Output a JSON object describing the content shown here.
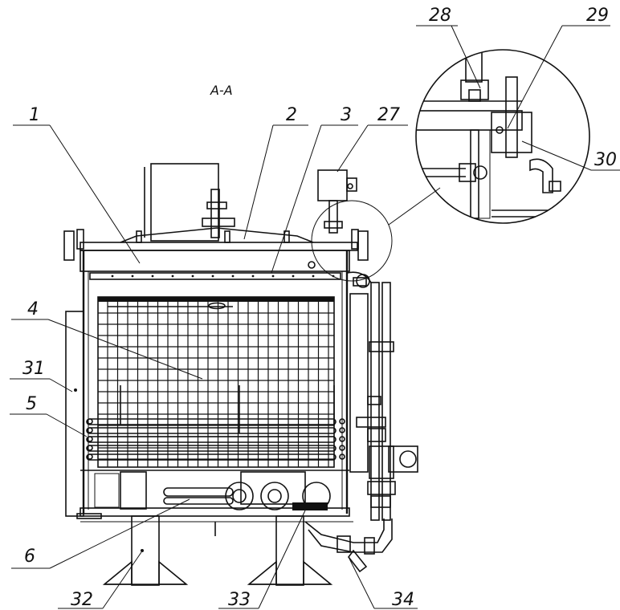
{
  "section_label": "A-A",
  "callouts": [
    {
      "id": "c1",
      "text": "1"
    },
    {
      "id": "c2",
      "text": "2"
    },
    {
      "id": "c3",
      "text": "3"
    },
    {
      "id": "c27",
      "text": "27"
    },
    {
      "id": "c28",
      "text": "28"
    },
    {
      "id": "c29",
      "text": "29"
    },
    {
      "id": "c30",
      "text": "30"
    },
    {
      "id": "c4",
      "text": "4"
    },
    {
      "id": "c31",
      "text": "31"
    },
    {
      "id": "c5",
      "text": "5"
    },
    {
      "id": "c6",
      "text": "6"
    },
    {
      "id": "c32",
      "text": "32"
    },
    {
      "id": "c33",
      "text": "33"
    },
    {
      "id": "c34",
      "text": "34"
    }
  ]
}
